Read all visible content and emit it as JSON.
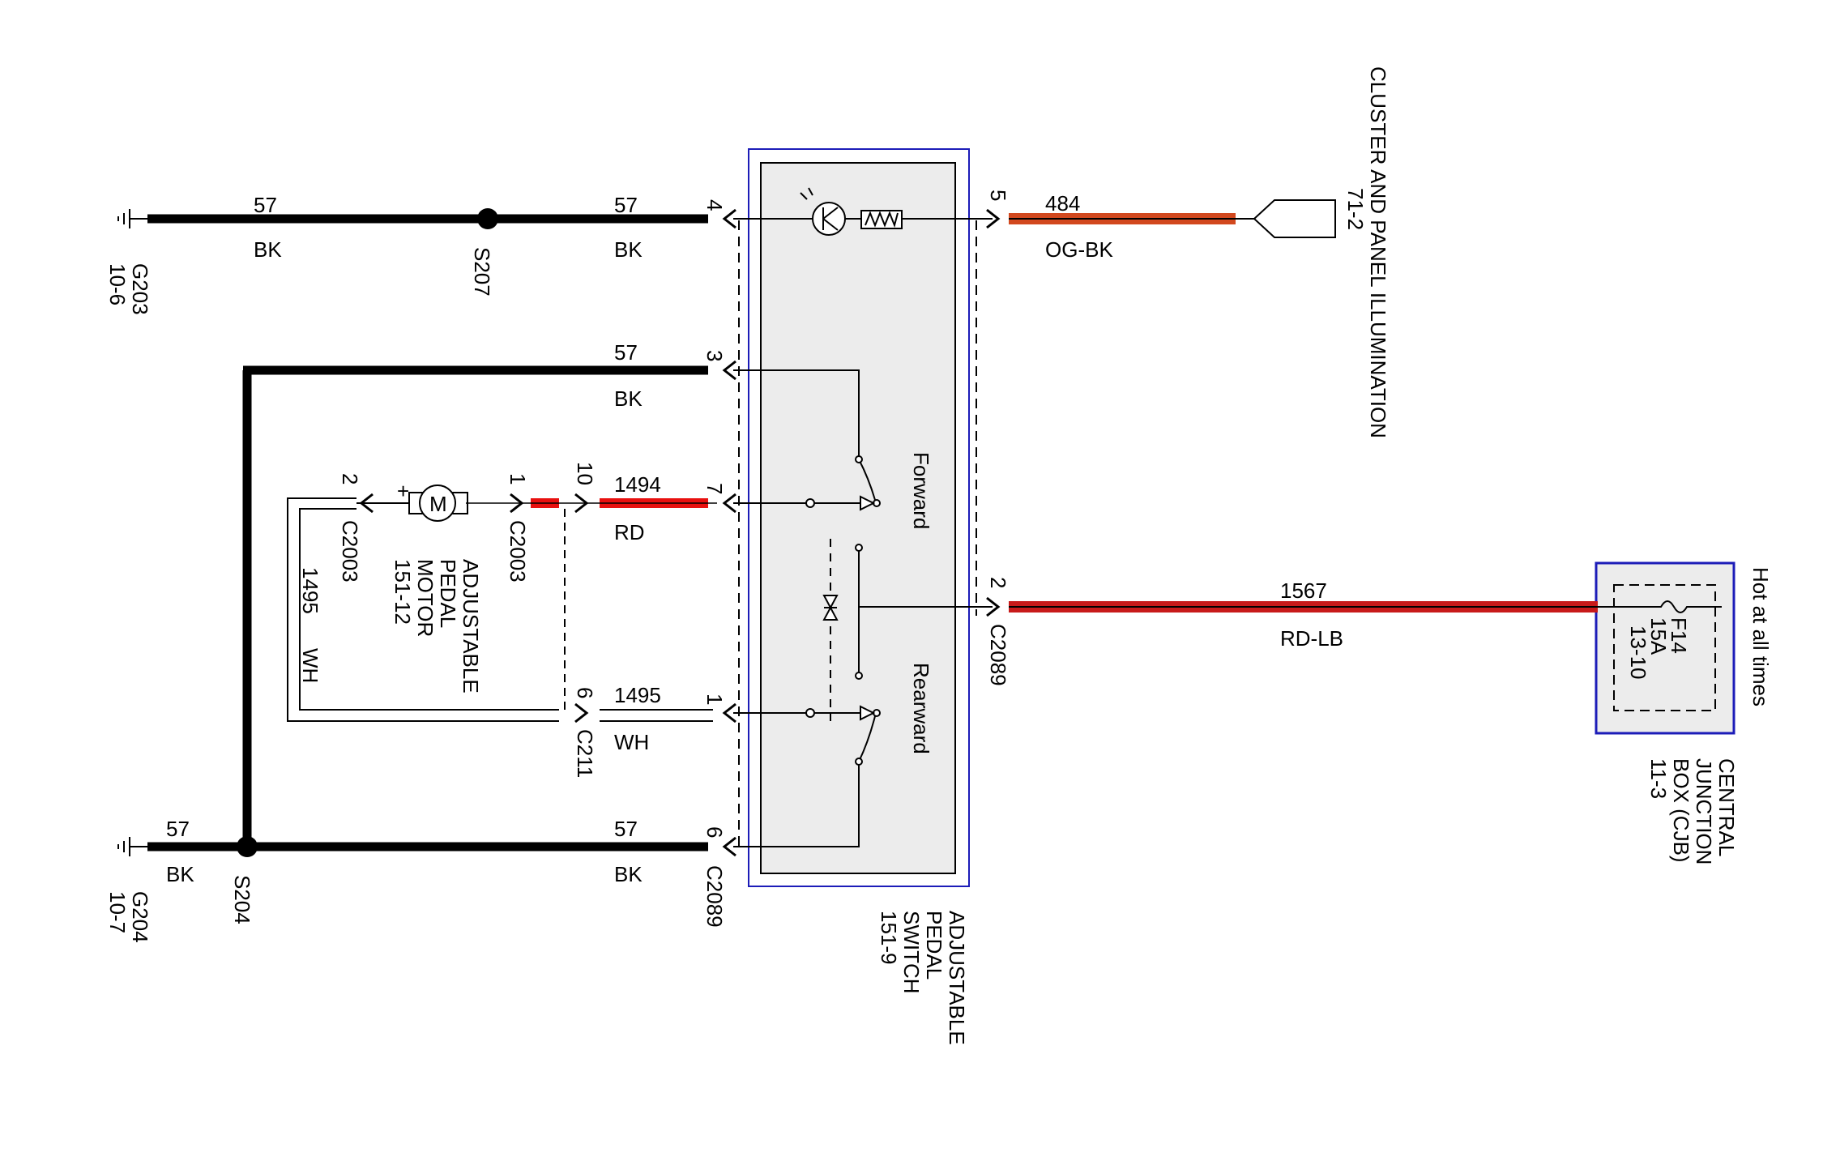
{
  "labels": {
    "g203": "G203",
    "g203_ref": "10-6",
    "g204": "G204",
    "g204_ref": "10-7",
    "s207": "S207",
    "s204": "S204",
    "w57": "57",
    "bk": "BK",
    "w484": "484",
    "og_bk": "OG-BK",
    "w1494": "1494",
    "rd": "RD",
    "w1495": "1495",
    "wh": "WH",
    "w1567": "1567",
    "rd_lb": "RD-LB",
    "c2003": "C2003",
    "c211": "C211",
    "c2089": "C2089",
    "pin1": "1",
    "pin2": "2",
    "pin3": "3",
    "pin4": "4",
    "pin5": "5",
    "pin6": "6",
    "pin7": "7",
    "pin10": "10",
    "motor_symbol": "M",
    "motor_plus": "+",
    "motor_name_1": "ADJUSTABLE",
    "motor_name_2": "PEDAL",
    "motor_name_3": "MOTOR",
    "motor_ref": "151-12",
    "switch_name_1": "ADJUSTABLE",
    "switch_name_2": "PEDAL",
    "switch_name_3": "SWITCH",
    "switch_ref": "151-9",
    "forward": "Forward",
    "rearward": "Rearward",
    "cluster_name": "CLUSTER AND PANEL ILLUMINATION",
    "cluster_ref": "71-2",
    "cjb_name_1": "CENTRAL",
    "cjb_name_2": "JUNCTION",
    "cjb_name_3": "BOX (CJB)",
    "cjb_ref": "11-3",
    "fuse_id": "F14",
    "fuse_rating": "15A",
    "fuse_ref": "13-10",
    "hot": "Hot at all times"
  },
  "colors": {
    "black_wire": "#000000",
    "red_wire": "#e8100f",
    "orange_wire": "#d2481e",
    "module_border": "#1c1cb8",
    "module_fill": "#ececec"
  }
}
